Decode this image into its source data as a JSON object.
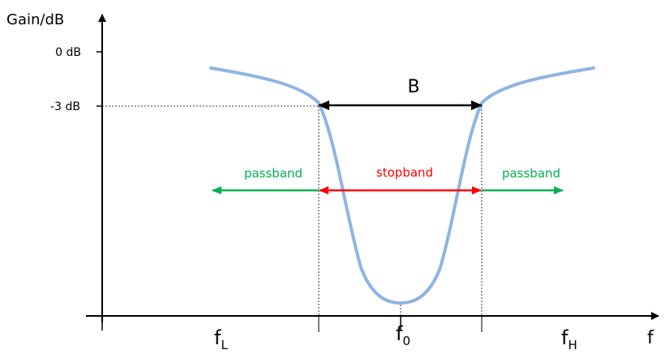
{
  "axes": {
    "y_label": "Gain/dB",
    "x_label": "f",
    "y_ticks": [
      "0 dB",
      "-3 dB"
    ]
  },
  "annotations": {
    "bandwidth": "B",
    "passband_left": "passband",
    "stopband": "stopband",
    "passband_right": "passband"
  },
  "freq_labels": {
    "f_low": {
      "base": "f",
      "sub": "L"
    },
    "f_center": {
      "base": "f",
      "sub": "0"
    },
    "f_high": {
      "base": "f",
      "sub": "H"
    }
  },
  "colors": {
    "curve": "#8fb4e3",
    "passband": "#00b050",
    "stopband": "#ff0000",
    "axis": "#000000"
  }
}
